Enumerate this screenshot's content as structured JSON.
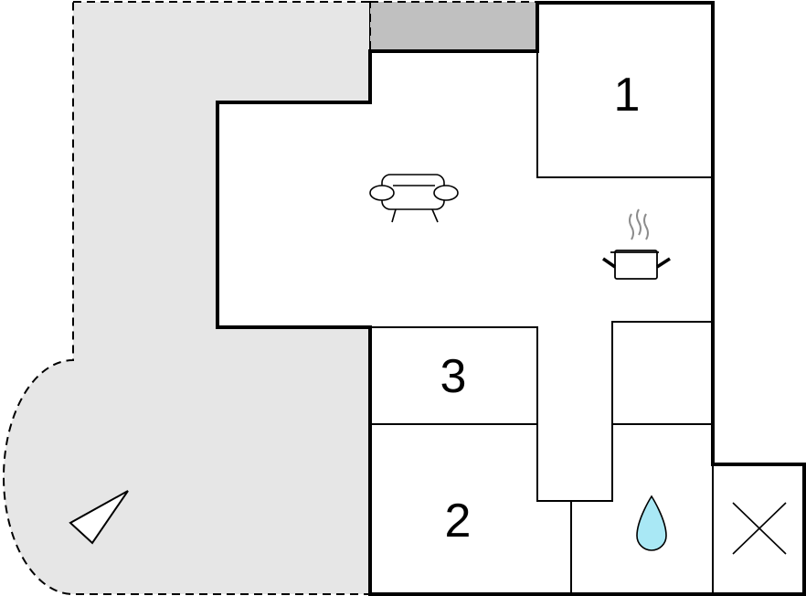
{
  "floorplan": {
    "rooms": [
      {
        "number": "1"
      },
      {
        "number": "2"
      },
      {
        "number": "3"
      }
    ],
    "icons": {
      "living": "sofa-icon",
      "kitchen": "cooking-pot-icon",
      "bathroom": "water-drop-icon",
      "toilet": "cross-icon",
      "compass": "north-arrow-icon"
    },
    "colors": {
      "terrace": "#e6e6e6",
      "balcony": "#c0c0c0",
      "water": "#a9e8f5",
      "walls": "#000000"
    }
  }
}
